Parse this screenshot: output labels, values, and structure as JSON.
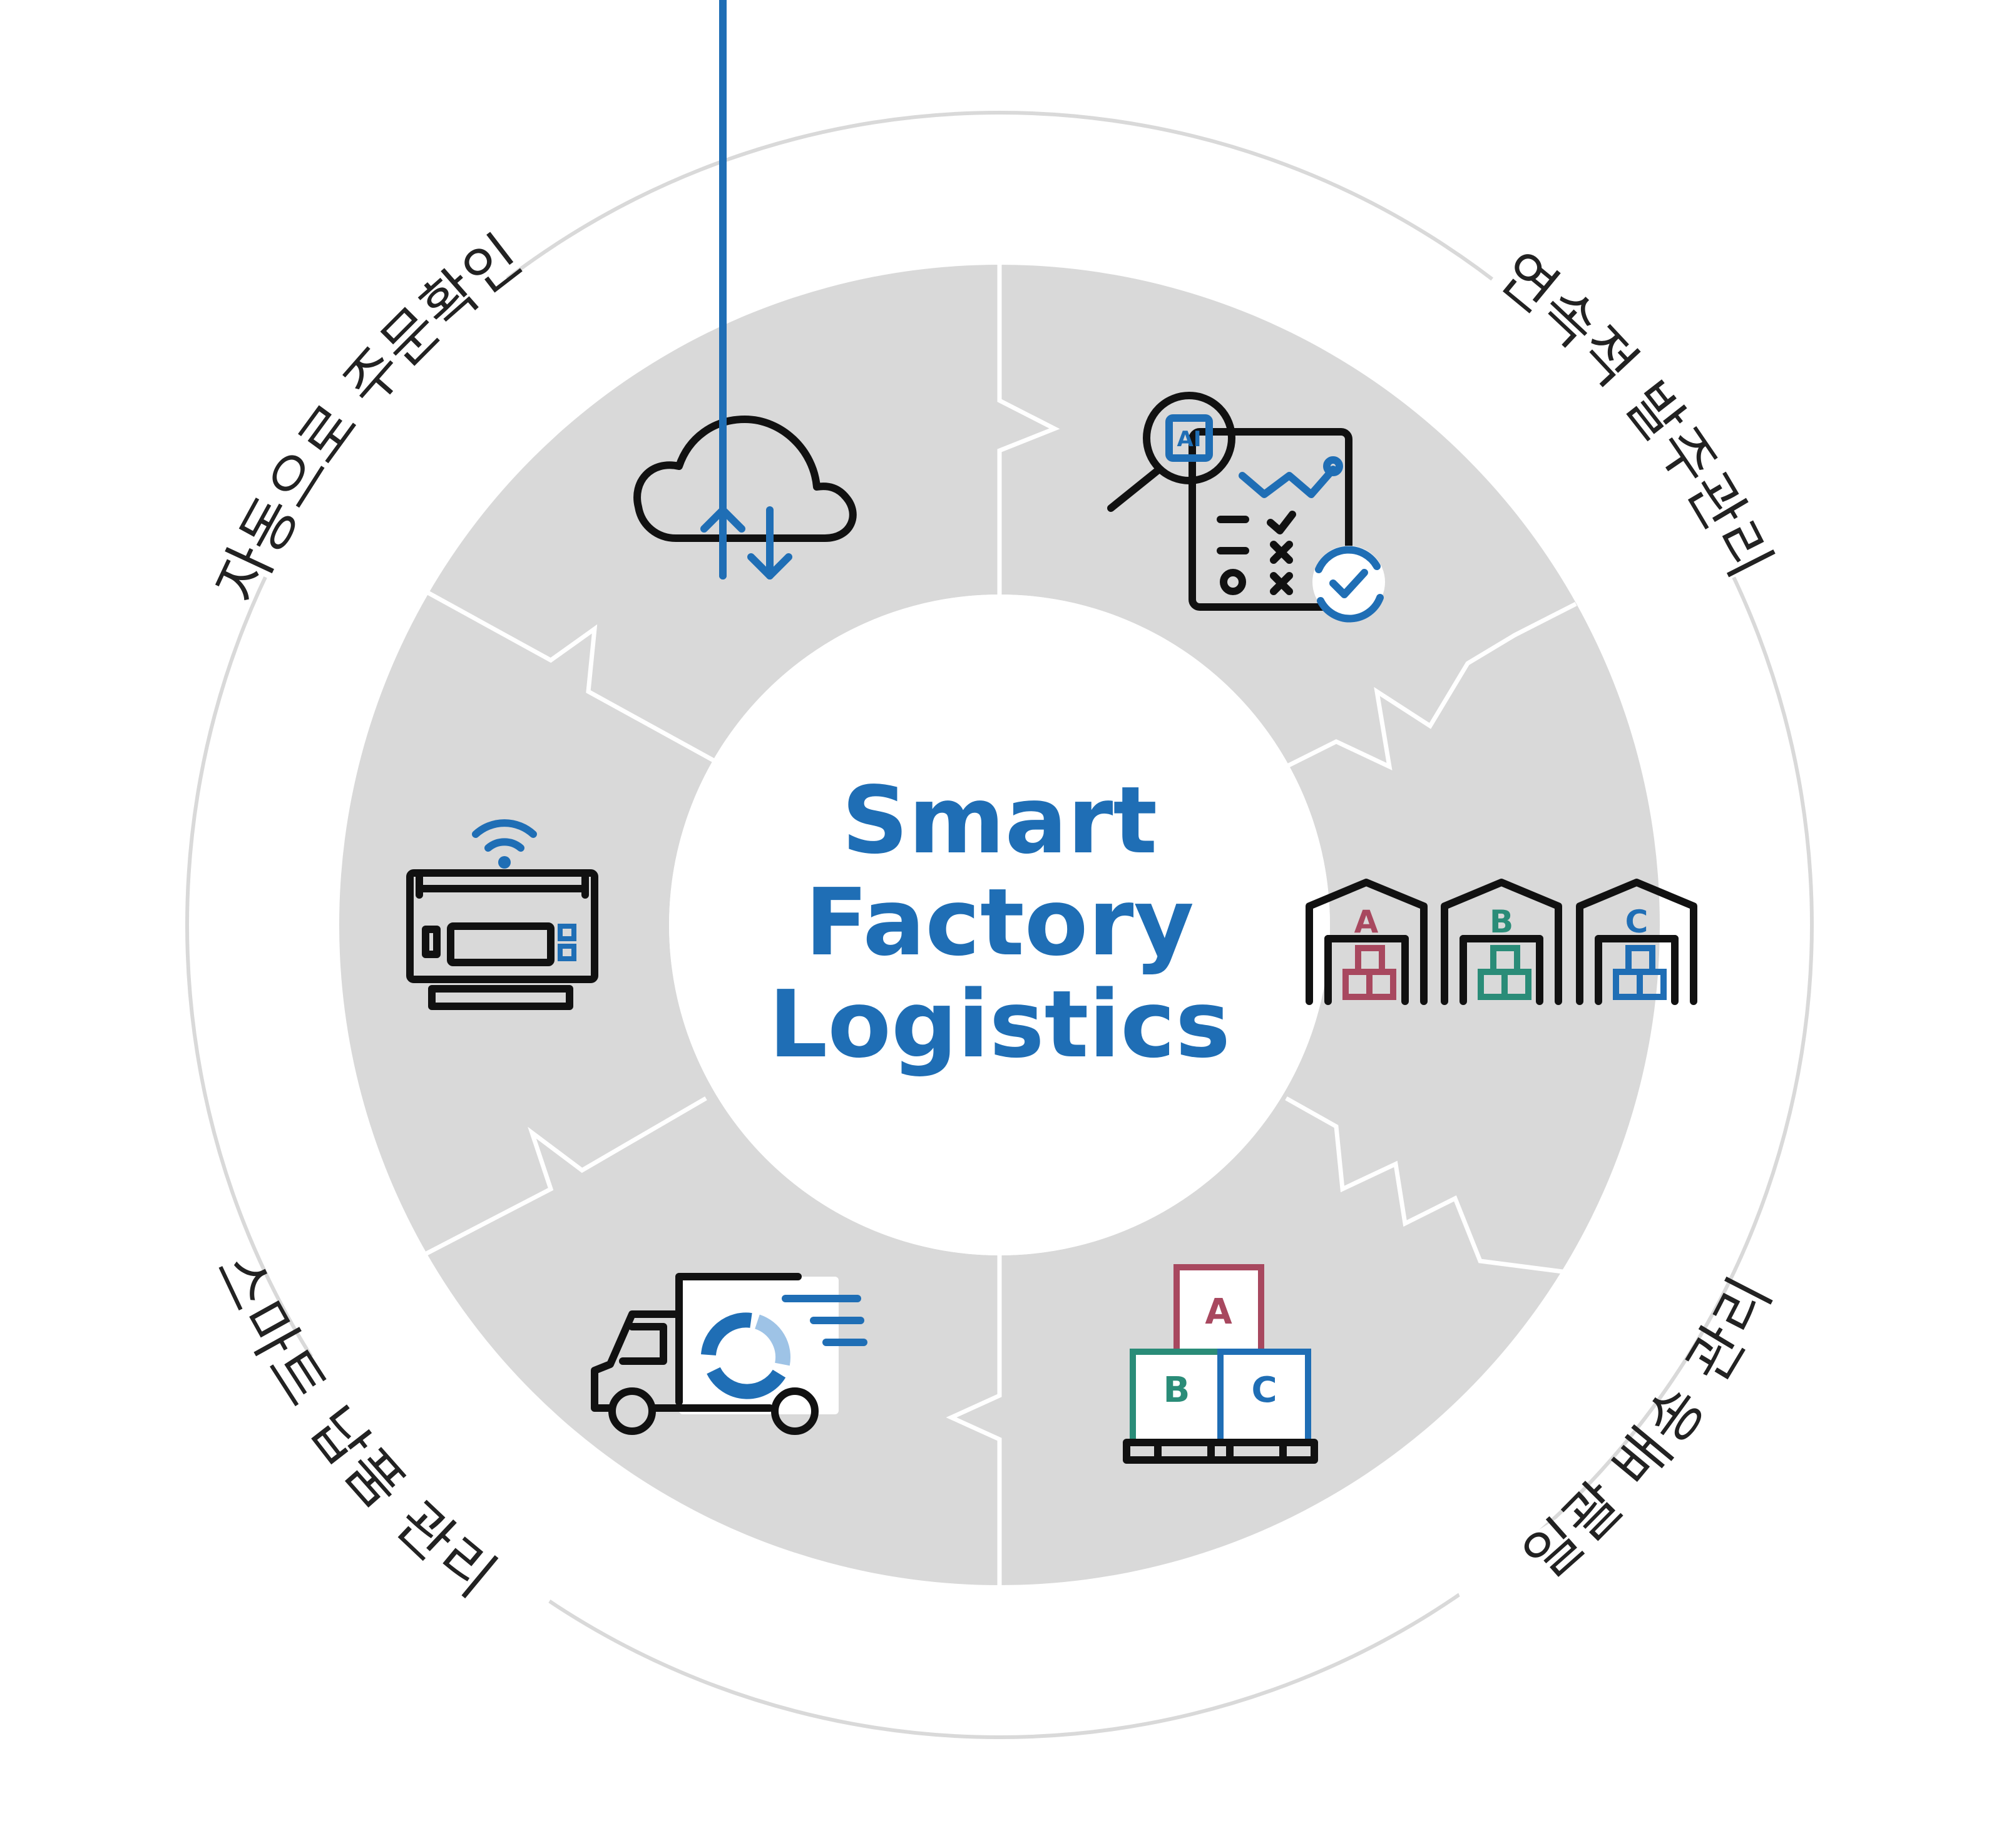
{
  "center": {
    "line1": "Smart",
    "line2": "Factory",
    "line3": "Logistics"
  },
  "ring_labels": {
    "top_left": "자동으로 주문확인",
    "top_right": "연속적 발주관리",
    "bottom_right": "일괄 배송 관리",
    "bottom_left": "스마트 납품 관리"
  },
  "segments": [
    {
      "icon": "cloud-sync-icon"
    },
    {
      "icon": "ai-analytics-checklist-icon"
    },
    {
      "icon": "warehouses-abc-icon"
    },
    {
      "icon": "stacked-boxes-abc-icon"
    },
    {
      "icon": "delivery-truck-icon"
    },
    {
      "icon": "wifi-printer-icon"
    }
  ],
  "warehouse_labels": [
    "A",
    "B",
    "C"
  ],
  "box_labels": [
    "A",
    "B",
    "C"
  ],
  "ai_chip_label": "AI",
  "colors": {
    "accent_blue": "#1f6eb5",
    "ring_gray": "#d9d9d9",
    "outer_circle": "#d9d9d9",
    "label_red": "#a8485f",
    "label_green": "#2a8c78",
    "label_blue": "#1f6eb5"
  }
}
